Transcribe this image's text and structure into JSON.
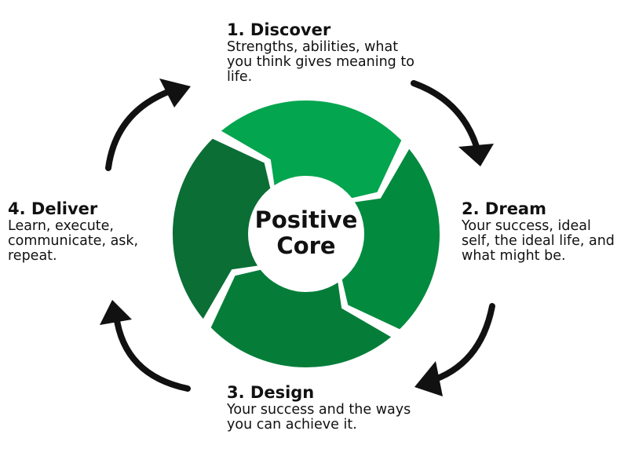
{
  "core": {
    "line1": "Positive",
    "line2": "Core"
  },
  "stages": {
    "discover": {
      "title": "1. Discover",
      "description": "Strengths, abilities, what you think gives meaning to life.",
      "color": "#04A54F"
    },
    "dream": {
      "title": "2. Dream",
      "description": "Your success, ideal self, the ideal life, and what might be.",
      "color": "#028A3F"
    },
    "design": {
      "title": "3. Design",
      "description": "Your success and the ways you can achieve it.",
      "color": "#057D39"
    },
    "deliver": {
      "title": "4. Deliver",
      "description": "Learn, execute, communicate, ask, repeat.",
      "color": "#0B6E35"
    }
  },
  "arrow_color": "#111111"
}
